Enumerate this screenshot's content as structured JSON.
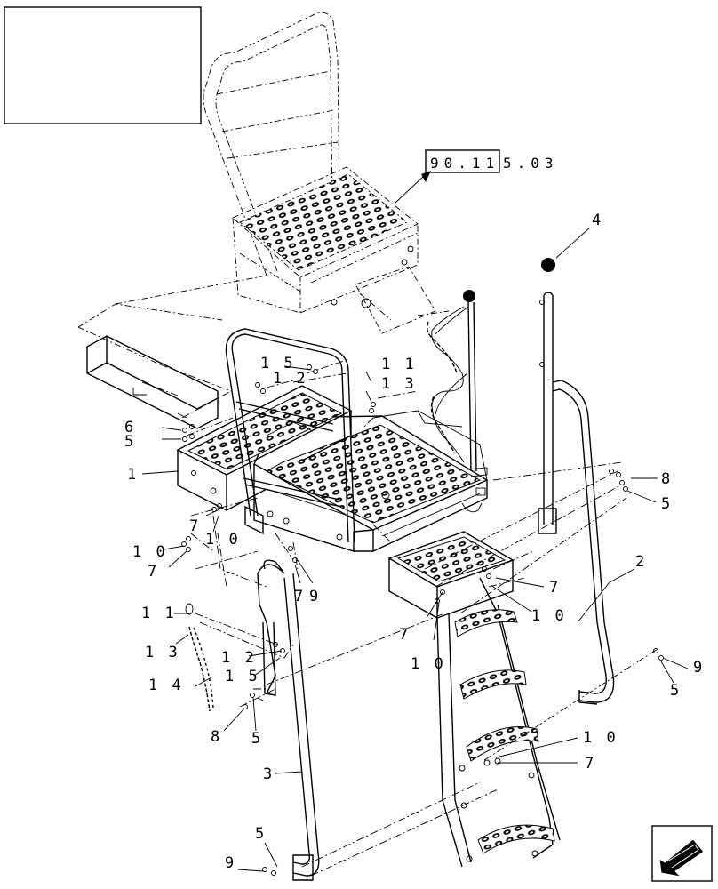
{
  "reference": {
    "boxed": "90.11",
    "rest": "5.03"
  },
  "callouts": [
    {
      "id": "c4",
      "text": "4"
    },
    {
      "id": "c15a",
      "text": "1 5"
    },
    {
      "id": "c11a",
      "text": "1 1"
    },
    {
      "id": "c12a",
      "text": "1 2"
    },
    {
      "id": "c13a",
      "text": "1 3"
    },
    {
      "id": "c6",
      "text": "6"
    },
    {
      "id": "c5a",
      "text": "5"
    },
    {
      "id": "c1",
      "text": "1"
    },
    {
      "id": "c8a",
      "text": "8"
    },
    {
      "id": "c5b",
      "text": "5"
    },
    {
      "id": "c7a",
      "text": "7"
    },
    {
      "id": "c10a",
      "text": "1 0"
    },
    {
      "id": "c10b",
      "text": "1 0"
    },
    {
      "id": "c7b",
      "text": "7"
    },
    {
      "id": "c7c",
      "text": "7"
    },
    {
      "id": "c9a",
      "text": "9"
    },
    {
      "id": "c2",
      "text": "2"
    },
    {
      "id": "c7d",
      "text": "7"
    },
    {
      "id": "c10c",
      "text": "1 0"
    },
    {
      "id": "c7e",
      "text": "7"
    },
    {
      "id": "c10d",
      "text": "1 0"
    },
    {
      "id": "c11b",
      "text": "1 1"
    },
    {
      "id": "c13b",
      "text": "1 3"
    },
    {
      "id": "c12b",
      "text": "1 2"
    },
    {
      "id": "c15b",
      "text": "1 5"
    },
    {
      "id": "c14",
      "text": "1 4"
    },
    {
      "id": "c8b",
      "text": "8"
    },
    {
      "id": "c5c",
      "text": "5"
    },
    {
      "id": "c9b",
      "text": "9"
    },
    {
      "id": "c5d",
      "text": "5"
    },
    {
      "id": "c10e",
      "text": "1 0"
    },
    {
      "id": "c7f",
      "text": "7"
    },
    {
      "id": "c3",
      "text": "3"
    },
    {
      "id": "c5e",
      "text": "5"
    },
    {
      "id": "c9c",
      "text": "9"
    }
  ],
  "nav_icon": "next-page-arrow-icon"
}
